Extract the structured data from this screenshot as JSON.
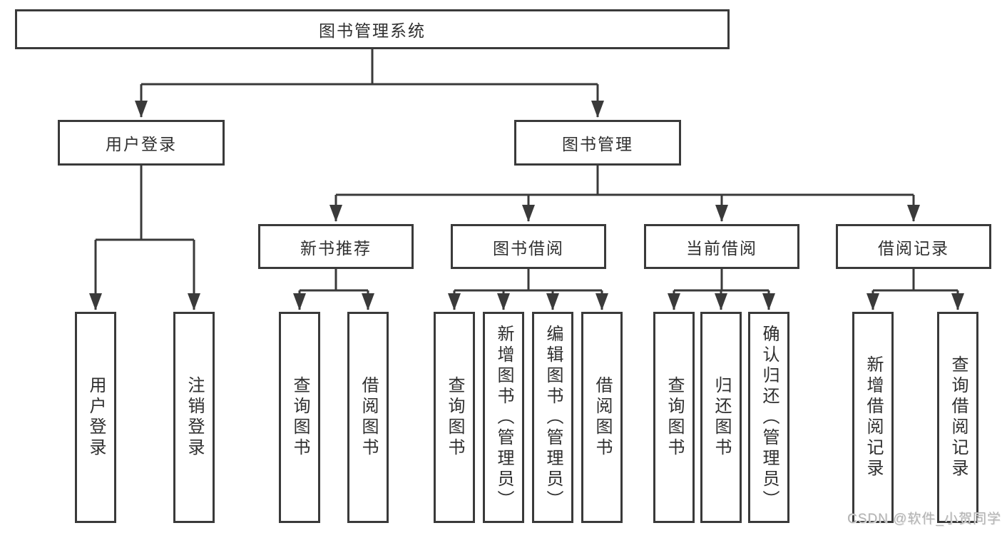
{
  "diagram": {
    "root": {
      "label": "图书管理系统"
    },
    "level2": [
      {
        "label": "用户登录"
      },
      {
        "label": "图书管理"
      }
    ],
    "level3": [
      {
        "label": "新书推荐"
      },
      {
        "label": "图书借阅"
      },
      {
        "label": "当前借阅"
      },
      {
        "label": "借阅记录"
      }
    ],
    "leaves": {
      "user_login": [
        {
          "label": "用户登录"
        },
        {
          "label": "注销登录"
        }
      ],
      "new_book": [
        {
          "label": "查询图书"
        },
        {
          "label": "借阅图书"
        }
      ],
      "book_borrow": [
        {
          "label": "查询图书"
        },
        {
          "label": "新增图书（管理员）"
        },
        {
          "label": "编辑图书（管理员）"
        },
        {
          "label": "借阅图书"
        }
      ],
      "current_borrow": [
        {
          "label": "查询图书"
        },
        {
          "label": "归还图书"
        },
        {
          "label": "确认归还（管理员）"
        }
      ],
      "borrow_record": [
        {
          "label": "新增借阅记录"
        },
        {
          "label": "查询借阅记录"
        }
      ]
    }
  },
  "watermark": {
    "text": "CSDN @软件_小贺同学"
  },
  "colors": {
    "line": "#3a3a3a",
    "box_border": "#3a3a3a",
    "text": "#2f2f2f",
    "watermark": "#b3b3b3",
    "background": "#ffffff"
  }
}
